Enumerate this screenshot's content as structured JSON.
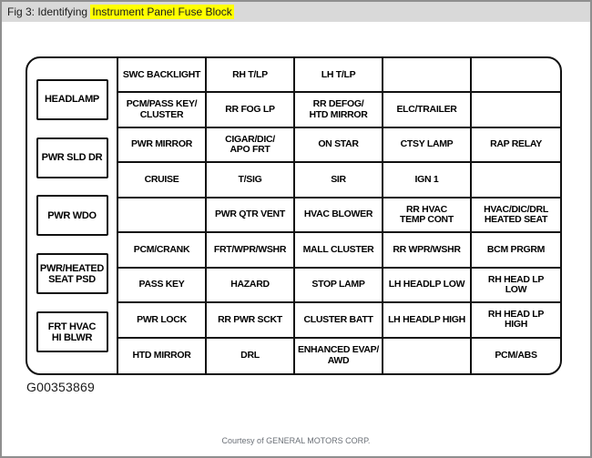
{
  "titlebar": {
    "prefix": "Fig 3: Identifying ",
    "highlighted": "Instrument Panel Fuse Block"
  },
  "figure": {
    "code": "G00353869",
    "credit": "Courtesy of GENERAL MOTORS CORP."
  },
  "colors": {
    "highlight": "#ffff00",
    "titlebar_bg": "#d9d9d9",
    "line": "#111111",
    "frame": "#8f8f8f",
    "credit_text": "#6b7077"
  },
  "fuse_block": {
    "side_boxes": [
      "HEADLAMP",
      "PWR SLD DR",
      "PWR WDO",
      "PWR/HEATED\nSEAT PSD",
      "FRT HVAC\nHI BLWR"
    ],
    "grid": [
      [
        "SWC BACKLIGHT",
        "RH T/LP",
        "LH T/LP",
        "",
        ""
      ],
      [
        "PCM/PASS KEY/\nCLUSTER",
        "RR FOG LP",
        "RR DEFOG/\nHTD MIRROR",
        "ELC/TRAILER",
        ""
      ],
      [
        "PWR MIRROR",
        "CIGAR/DIC/\nAPO FRT",
        "ON STAR",
        "CTSY LAMP",
        "RAP RELAY"
      ],
      [
        "CRUISE",
        "T/SIG",
        "SIR",
        "IGN 1",
        ""
      ],
      [
        "",
        "PWR QTR VENT",
        "HVAC BLOWER",
        "RR HVAC\nTEMP CONT",
        "HVAC/DIC/DRL\nHEATED SEAT"
      ],
      [
        "PCM/CRANK",
        "FRT/WPR/WSHR",
        "MALL CLUSTER",
        "RR WPR/WSHR",
        "BCM PRGRM"
      ],
      [
        "PASS KEY",
        "HAZARD",
        "STOP LAMP",
        "LH HEADLP LOW",
        "RH HEAD LP\nLOW"
      ],
      [
        "PWR LOCK",
        "RR PWR SCKT",
        "CLUSTER BATT",
        "LH HEADLP HIGH",
        "RH HEAD LP\nHIGH"
      ],
      [
        "HTD MIRROR",
        "DRL",
        "ENHANCED EVAP/\nAWD",
        "",
        "PCM/ABS"
      ]
    ]
  }
}
